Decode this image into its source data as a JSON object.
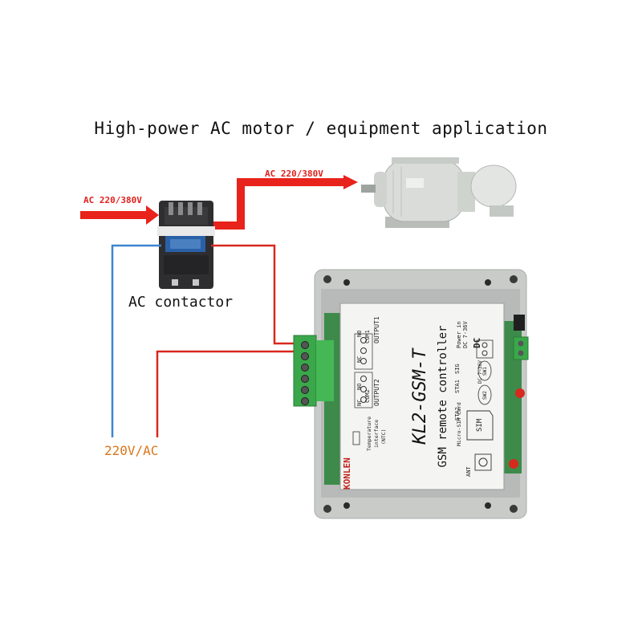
{
  "title": "High-power AC motor / equipment application",
  "labels": {
    "ac_input": "AC 220/380V",
    "ac_output": "AC 220/380V",
    "contactor": "AC contactor",
    "mains": "220V/AC"
  },
  "controller": {
    "model": "KL2-GSM-T",
    "subtitle": "GSM remote controller",
    "brand": "KONLEN",
    "power_input": "Power in",
    "power_range": "DC 7-36V",
    "dc_label": "DC",
    "power_spec": "DC 7~36V",
    "output1": "OUTPUT1",
    "output2": "OUTPUT2",
    "com1": "COM1",
    "com2": "COM2",
    "nc": "NC",
    "no": "NO",
    "sig": "SIG",
    "sta1": "STA1",
    "sta2": "STA2",
    "sw1": "SW1",
    "sw2": "SW2",
    "sim": "SIM",
    "micro_sim": "Micro-SIM Card",
    "ant": "ANT",
    "temp_line1": "Temperature",
    "temp_line2": "interface",
    "temp_line3": "(NTC)"
  },
  "colors": {
    "power_arrow": "#e8231c",
    "neutral_wire": "#3c86d0",
    "live_wire": "#d8281e",
    "mains_text": "#d9761c",
    "terminal_green": "#3aa84a",
    "enclosure": "#c9cbc9",
    "panel": "#f4f4f2"
  }
}
